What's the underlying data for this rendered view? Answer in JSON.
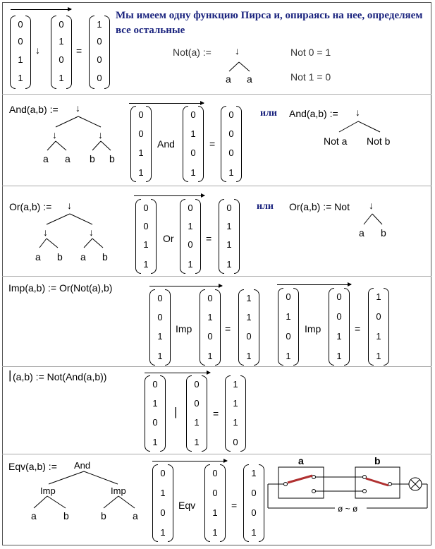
{
  "intro": "Мы имеем одну функцию Пирса и, опираясь на нее, определяем все остальные",
  "peirce": {
    "v1": [
      "0",
      "0",
      "1",
      "1"
    ],
    "op": "↓",
    "v2": [
      "0",
      "1",
      "0",
      "1"
    ],
    "eq": "=",
    "res": [
      "1",
      "0",
      "0",
      "0"
    ]
  },
  "not": {
    "def": "Not(a) :=",
    "arrow": "↓",
    "leaf1": "a",
    "leaf2": "a",
    "eq0": "Not 0 = 1",
    "eq1": "Not 1 = 0"
  },
  "and": {
    "def": "And(a,b) :=",
    "root": "↓",
    "mid1": "↓",
    "mid2": "↓",
    "leaves": [
      "a",
      "a",
      "b",
      "b"
    ],
    "v1": [
      "0",
      "0",
      "1",
      "1"
    ],
    "op": "And",
    "v2": [
      "0",
      "1",
      "0",
      "1"
    ],
    "eq": "=",
    "res": [
      "0",
      "0",
      "0",
      "1"
    ],
    "or_word": "или",
    "alt_def": "And(a,b) :=",
    "alt_root": "↓",
    "alt_leaf1": "Not a",
    "alt_leaf2": "Not b"
  },
  "or": {
    "def": "Or(a,b) :=",
    "root": "↓",
    "mid1": "↓",
    "mid2": "↓",
    "leaves": [
      "a",
      "b",
      "a",
      "b"
    ],
    "v1": [
      "0",
      "0",
      "1",
      "1"
    ],
    "op": "Or",
    "v2": [
      "0",
      "1",
      "0",
      "1"
    ],
    "eq": "=",
    "res": [
      "0",
      "1",
      "1",
      "1"
    ],
    "or_word": "или",
    "alt_def": "Or(a,b) := Not",
    "alt_root": "↓",
    "alt_leaf1": "a",
    "alt_leaf2": "b"
  },
  "imp": {
    "def": "Imp(a,b) := Or(Not(a),b)",
    "m1": {
      "v1": [
        "0",
        "0",
        "1",
        "1"
      ],
      "op": "Imp",
      "v2": [
        "0",
        "1",
        "0",
        "1"
      ],
      "eq": "=",
      "res": [
        "1",
        "1",
        "0",
        "1"
      ]
    },
    "m2": {
      "v1": [
        "0",
        "1",
        "0",
        "1"
      ],
      "op": "Imp",
      "v2": [
        "0",
        "0",
        "1",
        "1"
      ],
      "eq": "=",
      "res": [
        "1",
        "0",
        "1",
        "1"
      ]
    }
  },
  "sheffer": {
    "def": "(a,b) := Not(And(a,b))",
    "sym": "|",
    "v1": [
      "0",
      "1",
      "0",
      "1"
    ],
    "op": "|",
    "v2": [
      "0",
      "0",
      "1",
      "1"
    ],
    "eq": "=",
    "res": [
      "1",
      "1",
      "1",
      "0"
    ]
  },
  "eqv": {
    "def": "Eqv(a,b) :=",
    "root": "And",
    "mid1": "Imp",
    "mid2": "Imp",
    "leaves": [
      "a",
      "b",
      "b",
      "a"
    ],
    "v1": [
      "0",
      "1",
      "0",
      "1"
    ],
    "op": "Eqv",
    "v2": [
      "0",
      "0",
      "1",
      "1"
    ],
    "eq": "=",
    "res": [
      "1",
      "0",
      "0",
      "1"
    ],
    "circuit": {
      "label_a": "a",
      "label_b": "b",
      "source": "ø ~ ø"
    }
  }
}
